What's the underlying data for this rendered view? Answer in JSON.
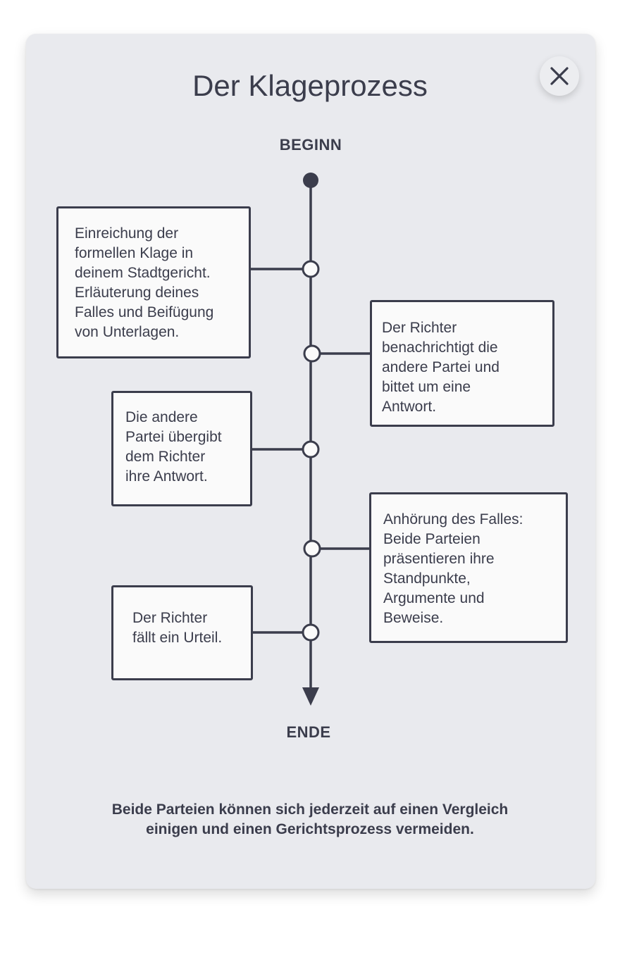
{
  "dialog": {
    "title": "Der Klageprozess",
    "close_icon": "close-icon"
  },
  "flow": {
    "start_label": "BEGINN",
    "end_label": "ENDE",
    "steps": [
      {
        "text": "Einreichung der\nformellen Klage in\ndeinem Stadtgericht.\nErläuterung deines\nFalles und Beifügung\nvon Unterlagen.",
        "side": "left"
      },
      {
        "text": "Der Richter\nbenachrichtigt die\nandere Partei und\nbittet um eine\nAntwort.",
        "side": "right"
      },
      {
        "text": "Die andere\nPartei übergibt\ndem Richter\nihre Antwort.",
        "side": "left"
      },
      {
        "text": "Anhörung des Falles:\nBeide Parteien\npräsentieren ihre\nStandpunkte,\nArgumente und\nBeweise.",
        "side": "right"
      },
      {
        "text": "Der Richter\nfällt ein Urteil.",
        "side": "left"
      }
    ]
  },
  "footer": {
    "note": "Beide Parteien können sich jederzeit auf einen Vergleich\neinigen und einen Gerichtsprozess vermeiden."
  },
  "colors": {
    "card_background": "#e9eaee",
    "ink": "#3b3d4c",
    "box_fill": "#fafafa"
  }
}
